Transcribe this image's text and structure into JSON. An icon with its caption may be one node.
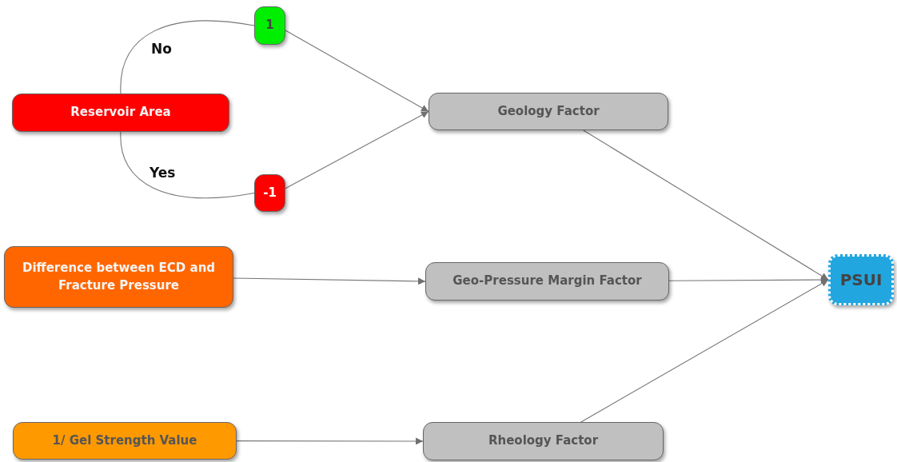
{
  "diagram": {
    "nodes": [
      {
        "text": [
          "Reservoir Area"
        ]
      },
      {
        "text": [
          "1"
        ]
      },
      {
        "text": [
          "-1"
        ]
      },
      {
        "text": [
          "Geology Factor"
        ]
      },
      {
        "text": [
          "Difference between ECD and Fracture Pressure"
        ]
      },
      {
        "text": [
          "Geo-Pressure Margin Factor"
        ]
      },
      {
        "text": [
          "1/ Gel Strength Value"
        ]
      },
      {
        "text": [
          "Rheology Factor"
        ]
      },
      {
        "text": [
          "PSUI"
        ]
      }
    ],
    "edges": [
      {
        "from": 0,
        "to": 1,
        "arrow": "none",
        "label": "No"
      },
      {
        "from": 0,
        "to": 2,
        "arrow": "none",
        "label": "Yes"
      },
      {
        "from": 1,
        "to": 3,
        "arrow": "to"
      },
      {
        "from": 2,
        "to": 3,
        "arrow": "to"
      },
      {
        "from": 4,
        "to": 5,
        "arrow": "to"
      },
      {
        "from": 6,
        "to": 7,
        "arrow": "to"
      },
      {
        "from": 3,
        "to": 8,
        "arrow": "to"
      },
      {
        "from": 5,
        "to": 8,
        "arrow": "to"
      },
      {
        "from": 7,
        "to": 8,
        "arrow": "to"
      }
    ]
  }
}
